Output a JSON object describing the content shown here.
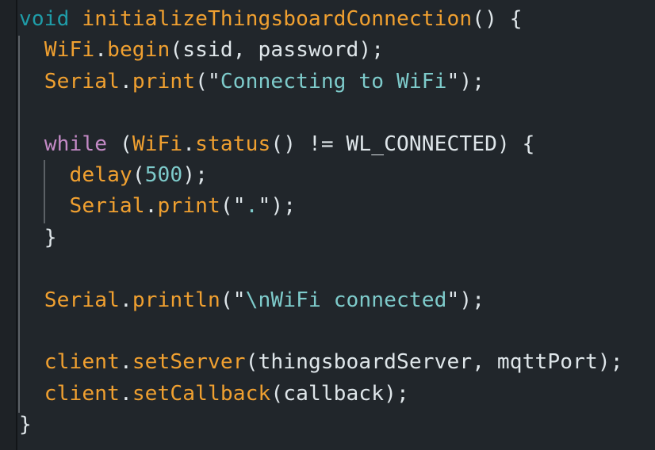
{
  "editor": {
    "theme_colors": {
      "background": "#21262b",
      "gutter": "#1e2226",
      "keyword_type": "#1f9ca8",
      "keyword_control": "#c48ac6",
      "function": "#f0a030",
      "string": "#7ecbcb",
      "default": "#dfe6ea"
    },
    "lines": [
      {
        "indent": "",
        "tokens": [
          {
            "t": "void",
            "c": "kw-type"
          },
          {
            "t": " ",
            "c": "plain"
          },
          {
            "t": "initializeThingsboardConnection",
            "c": "fn"
          },
          {
            "t": "() {",
            "c": "punc"
          }
        ]
      },
      {
        "indent": "  ",
        "tokens": [
          {
            "t": "WiFi",
            "c": "obj"
          },
          {
            "t": ".",
            "c": "punc"
          },
          {
            "t": "begin",
            "c": "fn"
          },
          {
            "t": "(ssid, password);",
            "c": "plain"
          }
        ]
      },
      {
        "indent": "  ",
        "tokens": [
          {
            "t": "Serial",
            "c": "obj"
          },
          {
            "t": ".",
            "c": "punc"
          },
          {
            "t": "print",
            "c": "fn"
          },
          {
            "t": "(\"",
            "c": "punc"
          },
          {
            "t": "Connecting to WiFi",
            "c": "str"
          },
          {
            "t": "\");",
            "c": "punc"
          }
        ]
      },
      {
        "indent": "",
        "tokens": []
      },
      {
        "indent": "  ",
        "tokens": [
          {
            "t": "while",
            "c": "kw-ctrl"
          },
          {
            "t": " (",
            "c": "punc"
          },
          {
            "t": "WiFi",
            "c": "obj"
          },
          {
            "t": ".",
            "c": "punc"
          },
          {
            "t": "status",
            "c": "fn"
          },
          {
            "t": "() != WL_CONNECTED) {",
            "c": "plain"
          }
        ]
      },
      {
        "indent": "    ",
        "tokens": [
          {
            "t": "delay",
            "c": "fn"
          },
          {
            "t": "(",
            "c": "punc"
          },
          {
            "t": "500",
            "c": "num"
          },
          {
            "t": ");",
            "c": "punc"
          }
        ]
      },
      {
        "indent": "    ",
        "tokens": [
          {
            "t": "Serial",
            "c": "obj"
          },
          {
            "t": ".",
            "c": "punc"
          },
          {
            "t": "print",
            "c": "fn"
          },
          {
            "t": "(\"",
            "c": "punc"
          },
          {
            "t": ".",
            "c": "str"
          },
          {
            "t": "\");",
            "c": "punc"
          }
        ]
      },
      {
        "indent": "  ",
        "tokens": [
          {
            "t": "}",
            "c": "punc"
          }
        ]
      },
      {
        "indent": "",
        "tokens": []
      },
      {
        "indent": "  ",
        "tokens": [
          {
            "t": "Serial",
            "c": "obj"
          },
          {
            "t": ".",
            "c": "punc"
          },
          {
            "t": "println",
            "c": "fn"
          },
          {
            "t": "(\"",
            "c": "punc"
          },
          {
            "t": "\\nWiFi connected",
            "c": "str"
          },
          {
            "t": "\");",
            "c": "punc"
          }
        ]
      },
      {
        "indent": "",
        "tokens": []
      },
      {
        "indent": "  ",
        "tokens": [
          {
            "t": "client",
            "c": "obj"
          },
          {
            "t": ".",
            "c": "punc"
          },
          {
            "t": "setServer",
            "c": "fn"
          },
          {
            "t": "(thingsboardServer, mqttPort);",
            "c": "plain"
          }
        ]
      },
      {
        "indent": "  ",
        "tokens": [
          {
            "t": "client",
            "c": "obj"
          },
          {
            "t": ".",
            "c": "punc"
          },
          {
            "t": "setCallback",
            "c": "fn"
          },
          {
            "t": "(callback);",
            "c": "plain"
          }
        ]
      },
      {
        "indent": "",
        "tokens": [
          {
            "t": "}",
            "c": "punc"
          }
        ]
      }
    ]
  }
}
